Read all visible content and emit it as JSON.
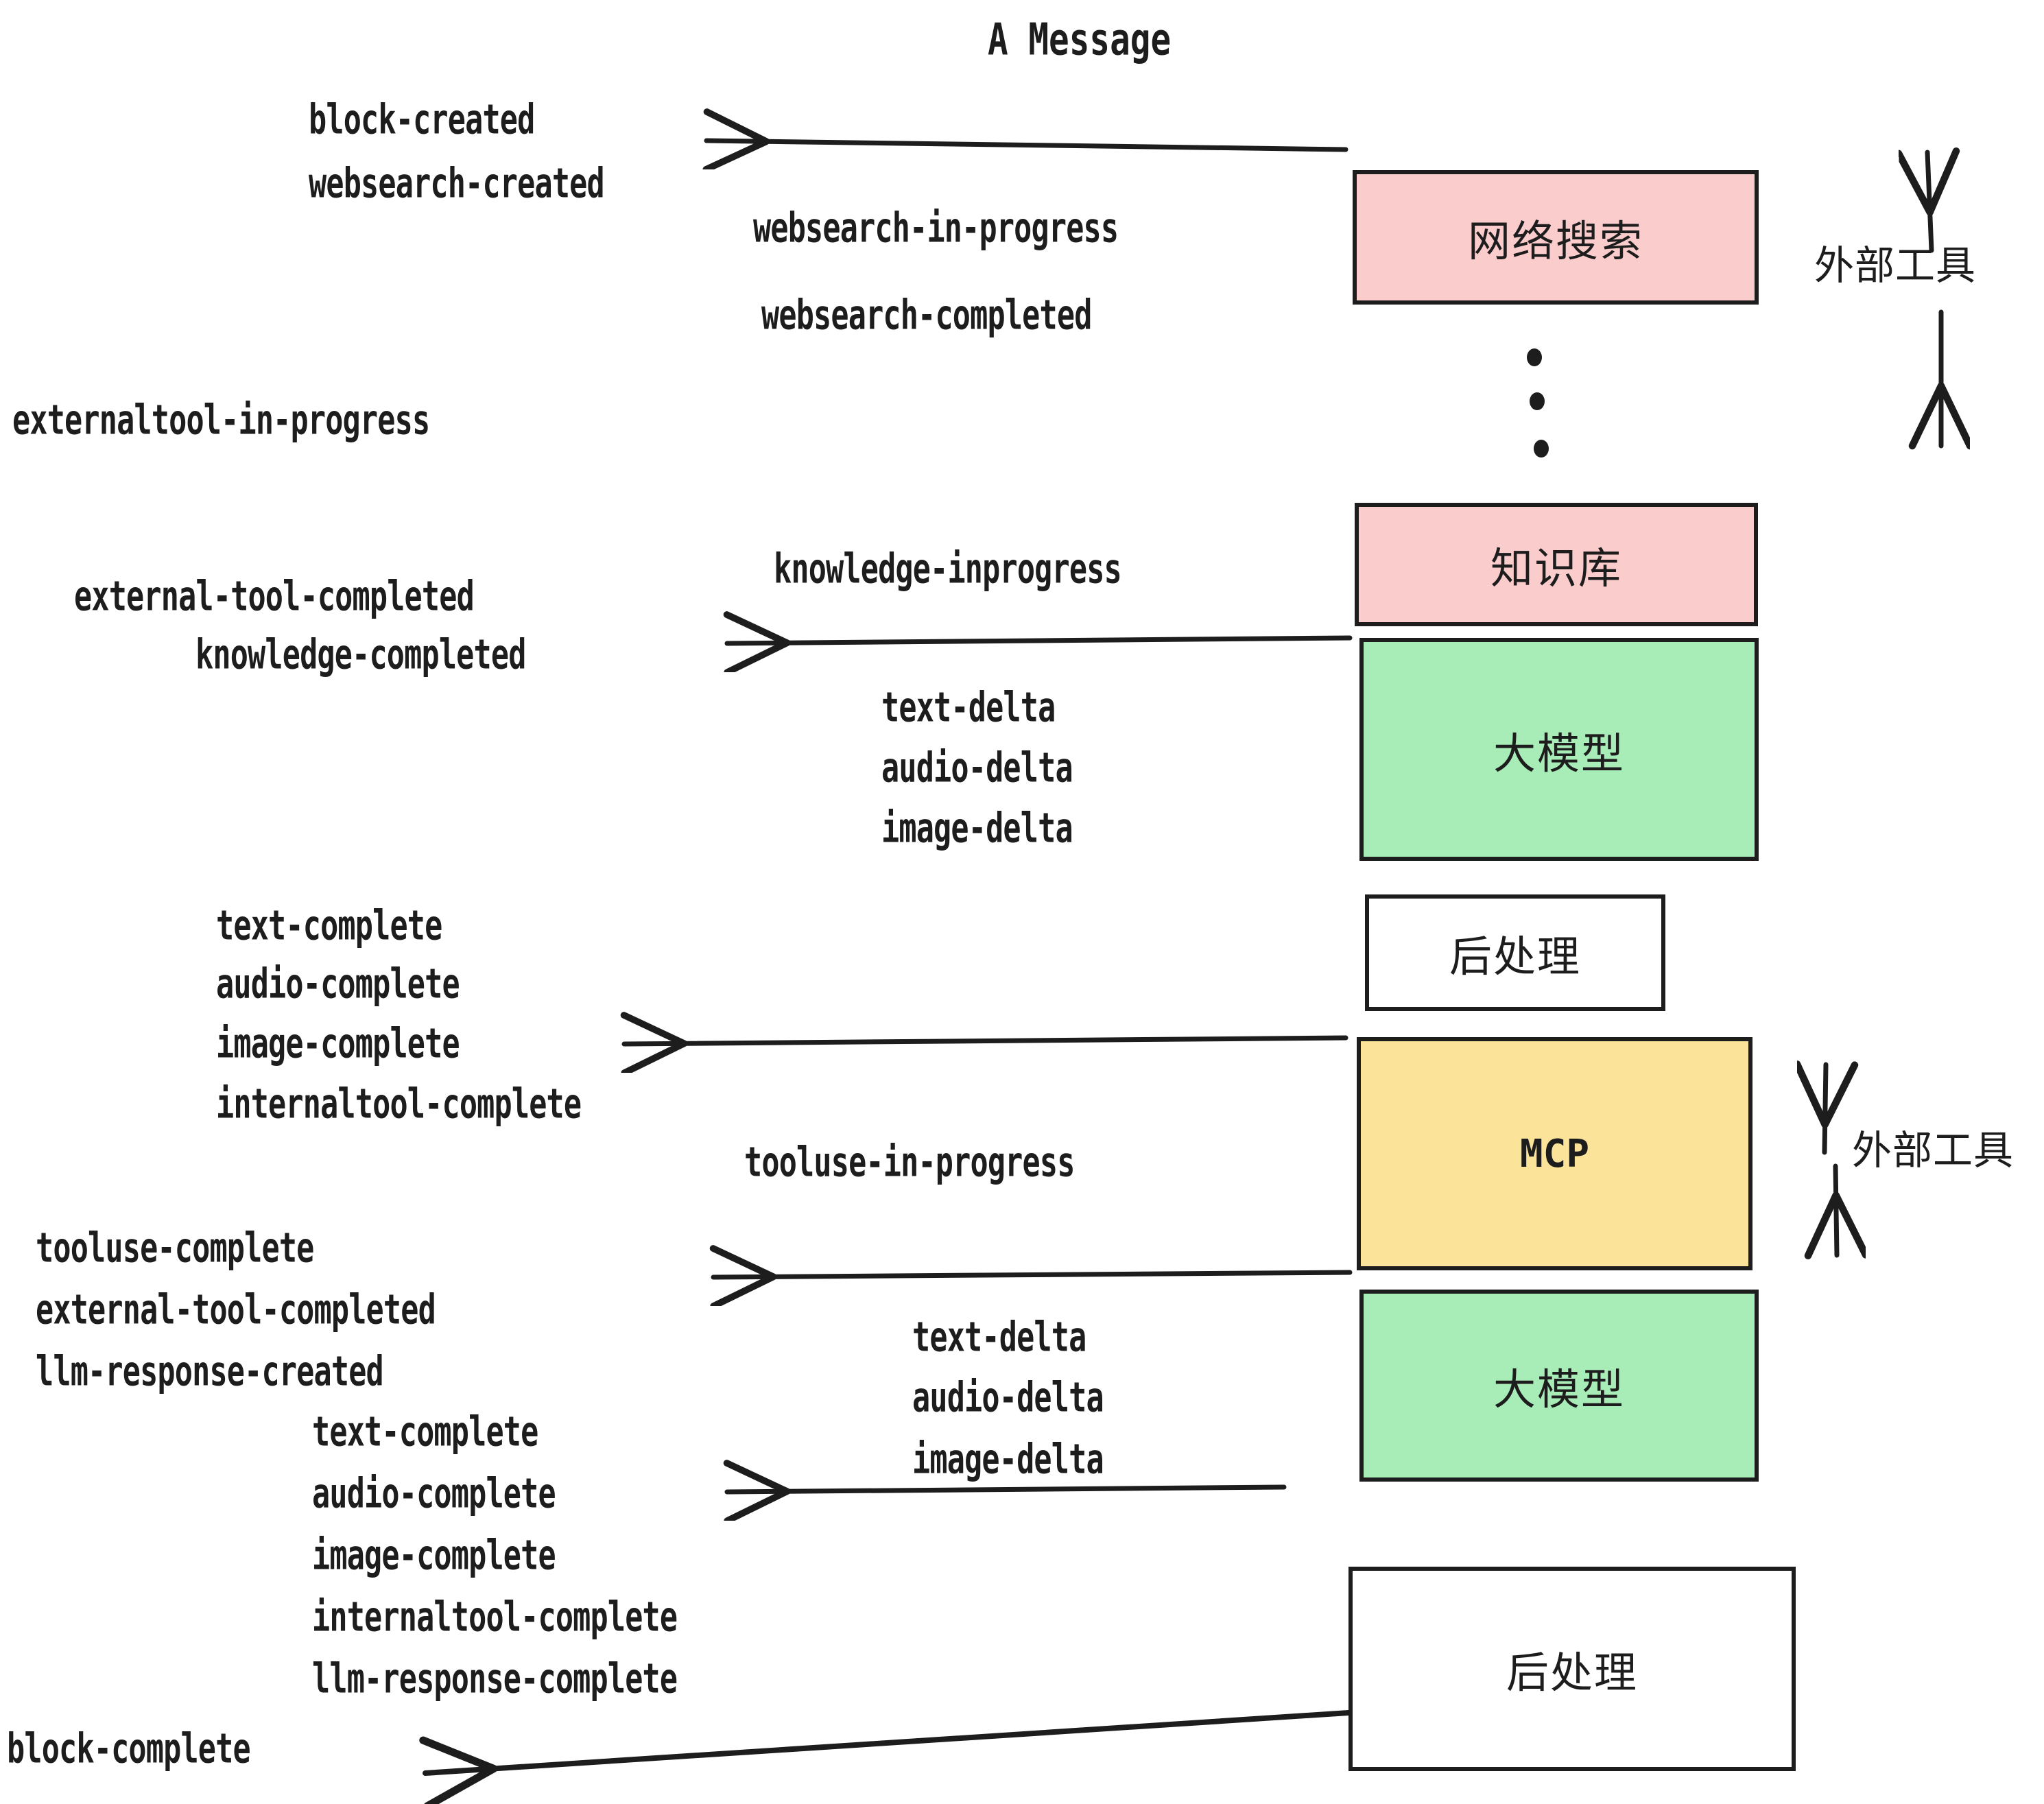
{
  "title": "A Message",
  "boxes": [
    {
      "id": "websearch",
      "label": "网络搜索",
      "color": "#fbcccc"
    },
    {
      "id": "knowledge",
      "label": "知识库",
      "color": "#fbcccc"
    },
    {
      "id": "llm-top",
      "label": "大模型",
      "color": "#a8edb8"
    },
    {
      "id": "postprocess-top",
      "label": "后处理",
      "color": "#ffffff"
    },
    {
      "id": "mcp",
      "label": "MCP",
      "color": "#fbe49a"
    },
    {
      "id": "llm-bottom",
      "label": "大模型",
      "color": "#a8edb8"
    },
    {
      "id": "postprocess-bottom",
      "label": "后处理",
      "color": "#ffffff"
    }
  ],
  "brackets": [
    {
      "id": "external-tools-top",
      "label": "外部工具"
    },
    {
      "id": "external-tools-bottom",
      "label": "外部工具"
    }
  ],
  "events": {
    "block_created": "block-created",
    "websearch_created": "websearch-created",
    "websearch_in_progress": "websearch-in-progress",
    "websearch_completed": "websearch-completed",
    "externaltool_in_progress": "externaltool-in-progress",
    "knowledge_inprogress": "knowledge-inprogress",
    "external_tool_completed_1": "external-tool-completed",
    "knowledge_completed": "knowledge-completed",
    "text_delta_1": "text-delta",
    "audio_delta_1": "audio-delta",
    "image_delta_1": "image-delta",
    "text_complete_1": "text-complete",
    "audio_complete_1": "audio-complete",
    "image_complete_1": "image-complete",
    "internaltool_complete_1": "internaltool-complete",
    "tooluse_in_progress": "tooluse-in-progress",
    "tooluse_complete": "tooluse-complete",
    "external_tool_completed_2": "external-tool-completed",
    "llm_response_created": "llm-response-created",
    "text_delta_2": "text-delta",
    "audio_delta_2": "audio-delta",
    "image_delta_2": "image-delta",
    "text_complete_2": "text-complete",
    "audio_complete_2": "audio-complete",
    "image_complete_2": "image-complete",
    "internaltool_complete_2": "internaltool-complete",
    "llm_response_complete": "llm-response-complete",
    "block_complete": "block-complete"
  },
  "colors": {
    "pink": "#fbcccc",
    "green": "#a8edb8",
    "yellow": "#fbe49a",
    "white": "#ffffff",
    "stroke": "#1d1d1d"
  }
}
